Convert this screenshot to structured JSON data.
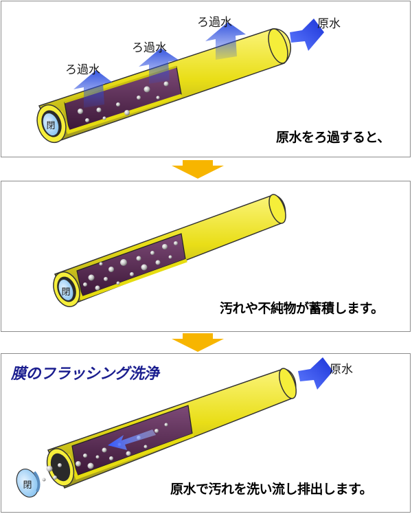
{
  "panel1": {
    "filtered_labels": [
      "ろ過水",
      "ろ過水",
      "ろ過水"
    ],
    "raw_water_label": "原水",
    "valve_label": "閉",
    "caption": "原水をろ過すると、"
  },
  "panel2": {
    "valve_label": "閉",
    "caption": "汚れや不純物が蓄積します。"
  },
  "panel3": {
    "heading": "膜のフラッシング洗浄",
    "raw_water_label": "原水",
    "valve_label": "閉",
    "caption": "原水で汚れを洗い流し排出します。"
  },
  "colors": {
    "membrane_yellow": "#f2ea1c",
    "membrane_dark": "#8a8a2a",
    "interior_purple": "#5a2a55",
    "flow_blue": "#2b4dde",
    "step_arrow": "#f7b500",
    "heading_navy": "#1b1e8f"
  }
}
